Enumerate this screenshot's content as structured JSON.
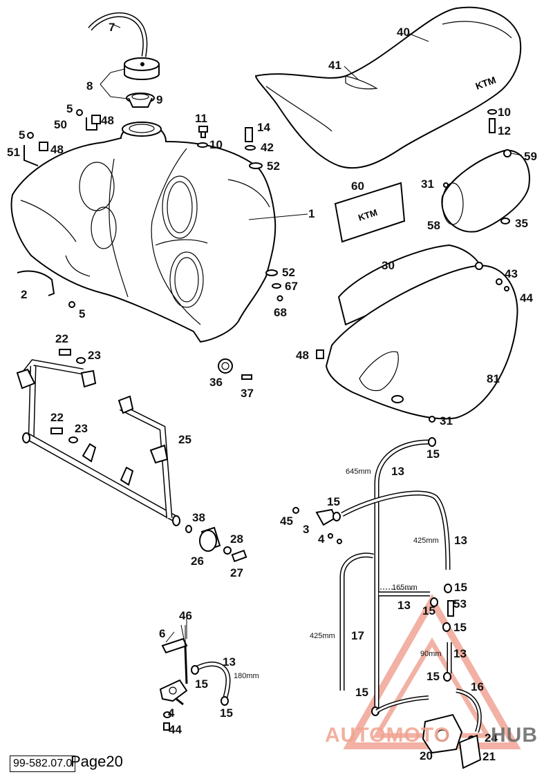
{
  "document": {
    "code": "99-582.07.0",
    "page": "Page20"
  },
  "watermark": {
    "brand_part1": "AUTOMOTO",
    "brand_part2": "HUB",
    "color_primary": "#e8735a",
    "color_secondary": "#555555"
  },
  "callouts": {
    "c7": "7",
    "c8": "8",
    "c9": "9",
    "c5a": "5",
    "c50": "50",
    "c48a": "48",
    "c5b": "5",
    "c51": "51",
    "c48b": "48",
    "c11": "11",
    "c10a": "10",
    "c14": "14",
    "c42": "42",
    "c52a": "52",
    "c1": "1",
    "c2": "2",
    "c5c": "5",
    "c52b": "52",
    "c67": "67",
    "c68": "68",
    "c40": "40",
    "c41": "41",
    "c10b": "10",
    "c12": "12",
    "c59": "59",
    "c31a": "31",
    "c60": "60",
    "c35": "35",
    "c58": "58",
    "c30": "30",
    "c43": "43",
    "c44a": "44",
    "c48c": "48",
    "c81": "81",
    "c31b": "31",
    "c22a": "22",
    "c23a": "23",
    "c36": "36",
    "c37": "37",
    "c22b": "22",
    "c23b": "23",
    "c25": "25",
    "c38": "38",
    "c28": "28",
    "c26": "26",
    "c27": "27",
    "c15a": "15",
    "c13a": "13",
    "c15b": "15",
    "c45": "45",
    "c3": "3",
    "c4a": "4",
    "c13b": "13",
    "c15c": "15",
    "c13c": "13",
    "c15d": "15",
    "c53": "53",
    "c15e": "15",
    "c17": "17",
    "c13d": "13",
    "c15f": "15",
    "c16": "16",
    "c15g": "15",
    "c24": "24",
    "c20": "20",
    "c21": "21",
    "c46": "46",
    "c6": "6",
    "c13e": "13",
    "c15h": "15",
    "c15i": "15",
    "c4b": "4",
    "c44b": "44"
  },
  "dimensions": {
    "d645": "645mm",
    "d425a": "425mm",
    "d165": "165mm",
    "d425b": "425mm",
    "d90": "90mm",
    "d180": "180mm"
  }
}
